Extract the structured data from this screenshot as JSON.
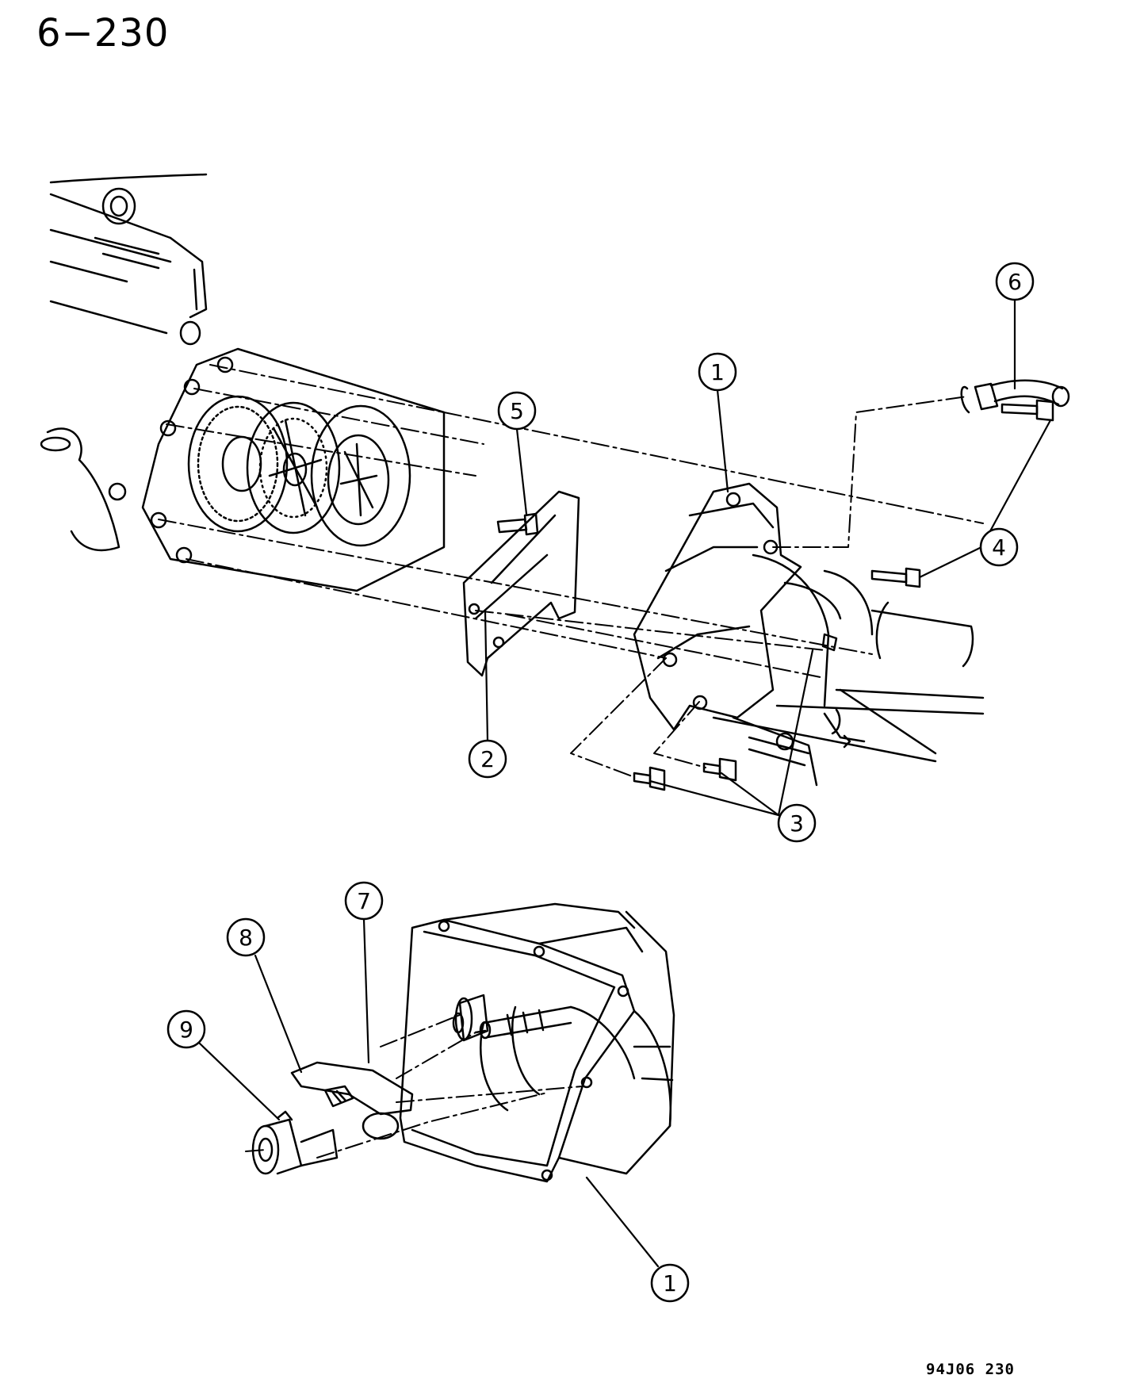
{
  "page": {
    "number": "6−230",
    "figure_code": "94J06 230"
  },
  "callouts": {
    "c1a": "1",
    "c1b": "1",
    "c2": "2",
    "c3": "3",
    "c4": "4",
    "c5": "5",
    "c6": "6",
    "c7": "7",
    "c8": "8",
    "c9": "9"
  }
}
